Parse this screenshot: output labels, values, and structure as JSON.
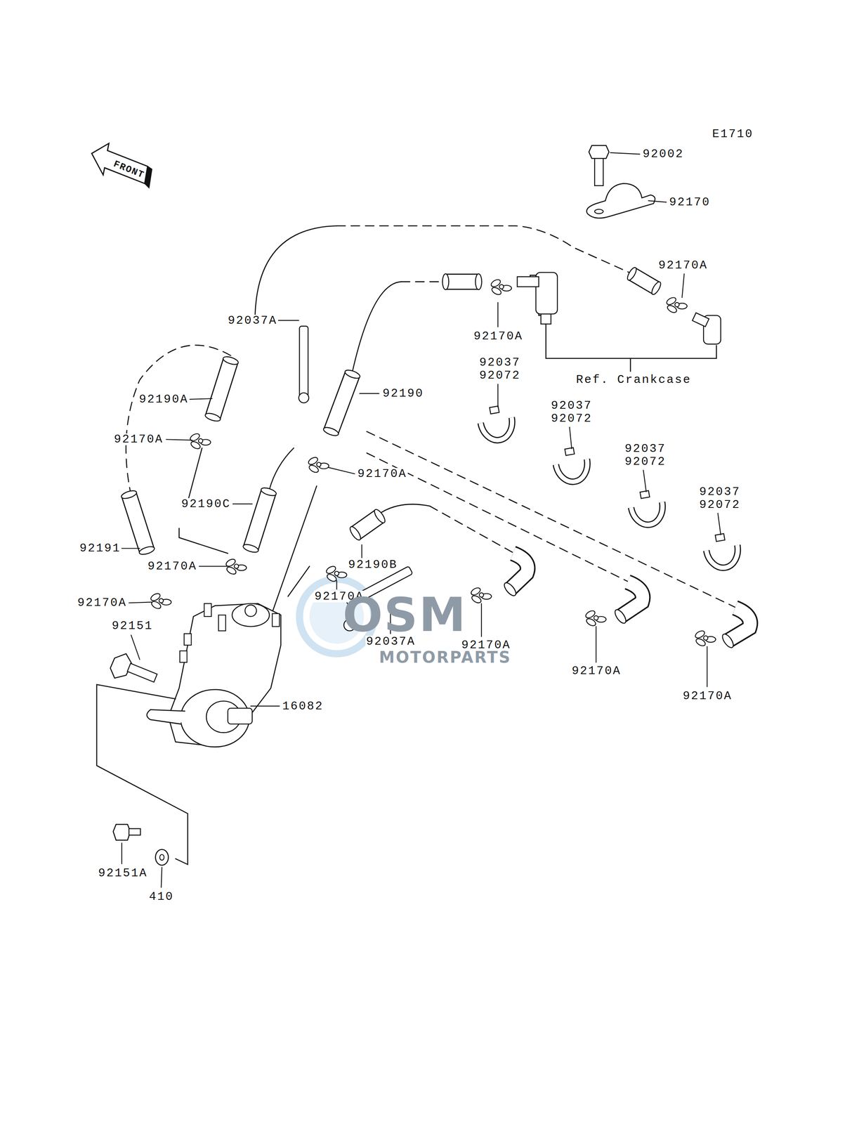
{
  "diagram": {
    "labels": [
      "E1710",
      "FRONT",
      "92002",
      "92170",
      "92170A",
      "92037A",
      "92170A",
      "92037",
      "92072",
      "Ref. Crankcase",
      "92190A",
      "92190",
      "92037",
      "92072",
      "92170A",
      "92037",
      "92072",
      "92170A",
      "92037",
      "92072",
      "92190C",
      "92191",
      "92170A",
      "92190B",
      "92170A",
      "92170A",
      "92151",
      "92037A",
      "92170A",
      "92170A",
      "92170A",
      "16082",
      "92151A",
      "410",
      "OSM",
      "MOTORPARTS"
    ]
  }
}
